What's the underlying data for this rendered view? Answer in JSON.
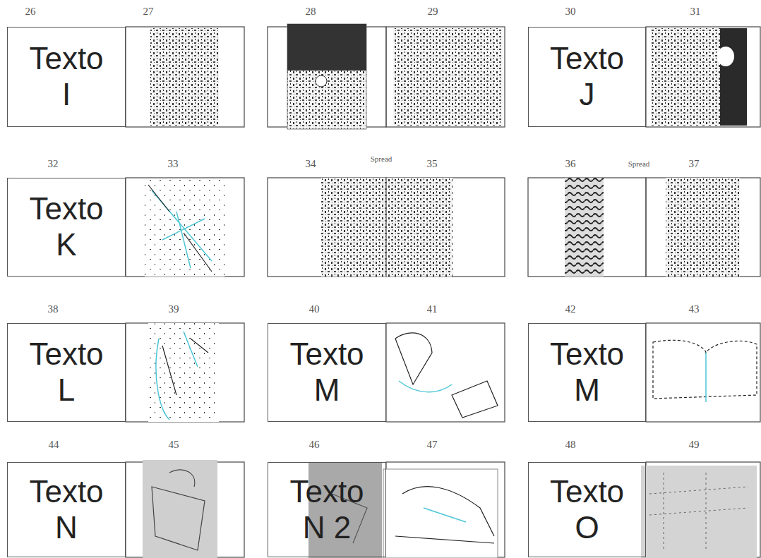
{
  "diagram": {
    "nodes": [
      {
        "text": [
          "Texto I"
        ]
      },
      {
        "text": [
          "Texto J"
        ]
      },
      {
        "text": [
          "Texto K"
        ]
      },
      {
        "text": [
          "Texto L"
        ]
      },
      {
        "text": [
          "Texto M"
        ]
      },
      {
        "text": [
          "Texto M"
        ]
      },
      {
        "text": [
          "Texto N"
        ]
      },
      {
        "text": [
          "Texto N 2"
        ]
      },
      {
        "text": [
          "Texto O"
        ]
      }
    ],
    "labels": [
      "26",
      "27",
      "28",
      "29",
      "30",
      "31",
      "32",
      "33",
      "34",
      "Spread",
      "35",
      "36",
      "Spread",
      "37",
      "38",
      "39",
      "40",
      "41",
      "42",
      "43",
      "44",
      "45",
      "46",
      "47",
      "48",
      "49"
    ]
  }
}
